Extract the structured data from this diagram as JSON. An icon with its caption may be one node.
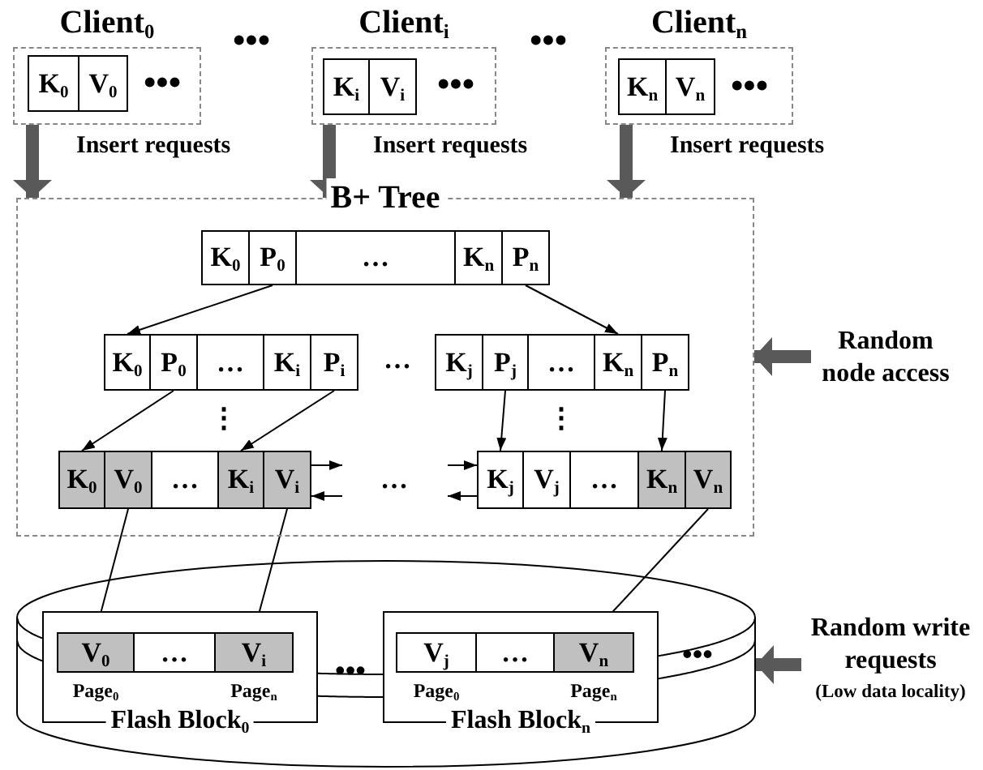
{
  "diagram": {
    "nodes": [
      {
        "text": [
          "Client$_{0}$"
        ]
      },
      {
        "text": [
          "K$_{0}$"
        ],
        "in": 0
      },
      {
        "text": [
          "V$_{0}$"
        ],
        "in": 0
      },
      {
        "text": [
          "Client$_{i}$"
        ]
      },
      {
        "text": [
          "K$_{i}$"
        ],
        "in": 3
      },
      {
        "text": [
          "V$_{i}$"
        ],
        "in": 3
      },
      {
        "text": [
          "Client$_{n}$"
        ]
      },
      {
        "text": [
          "K$_{n}$"
        ],
        "in": 6
      },
      {
        "text": [
          "V$_{n}$"
        ],
        "in": 6
      },
      {
        "text": [
          "B+ Tree"
        ]
      },
      {
        "text": [
          "K$_{0}$"
        ],
        "in": 9
      },
      {
        "text": [
          "P$_{0}$"
        ],
        "in": 9
      },
      {
        "text": [
          "…"
        ],
        "in": 9
      },
      {
        "text": [
          "K$_{n}$"
        ],
        "in": 9
      },
      {
        "text": [
          "P$_{n}$"
        ],
        "in": 9
      },
      {
        "text": [
          "K$_{0}$"
        ],
        "in": 9
      },
      {
        "text": [
          "P$_{0}$"
        ],
        "in": 9
      },
      {
        "text": [
          "…"
        ],
        "in": 9
      },
      {
        "text": [
          "K$_{i}$"
        ],
        "in": 9
      },
      {
        "text": [
          "P$_{i}$"
        ],
        "in": 9
      },
      {
        "text": [
          "K$_{j}$"
        ],
        "in": 9
      },
      {
        "text": [
          "P$_{j}$"
        ],
        "in": 9
      },
      {
        "text": [
          "…"
        ],
        "in": 9
      },
      {
        "text": [
          "K$_{n}$"
        ],
        "in": 9
      },
      {
        "text": [
          "P$_{n}$"
        ],
        "in": 9
      },
      {
        "text": [
          "K$_{0}$"
        ],
        "in": 9
      },
      {
        "text": [
          "V$_{0}$"
        ],
        "in": 9
      },
      {
        "text": [
          "…"
        ],
        "in": 9
      },
      {
        "text": [
          "K$_{i}$"
        ],
        "in": 9
      },
      {
        "text": [
          "V$_{i}$"
        ],
        "in": 9
      },
      {
        "text": [
          "K$_{j}$"
        ],
        "in": 9
      },
      {
        "text": [
          "V$_{j}$"
        ],
        "in": 9
      },
      {
        "text": [
          "…"
        ],
        "in": 9
      },
      {
        "text": [
          "K$_{n}$"
        ],
        "in": 9
      },
      {
        "text": [
          "V$_{n}$"
        ],
        "in": 9
      },
      {
        "text": [],
        "shape": "cylinder"
      },
      {
        "text": [
          "Flash Block$_{0}$"
        ],
        "in": 35
      },
      {
        "text": [
          "V$_{0}$"
        ],
        "in": 36,
        "beside": [
          "Page$_{0}$"
        ]
      },
      {
        "text": [
          "…"
        ],
        "in": 36
      },
      {
        "text": [
          "V$_{i}$"
        ],
        "in": 36,
        "beside": [
          "Page$_{n}$"
        ]
      },
      {
        "text": [
          "Flash Block$_{n}$"
        ],
        "in": 35
      },
      {
        "text": [
          "V$_{j}$"
        ],
        "in": 40,
        "beside": [
          "Page$_{0}$"
        ]
      },
      {
        "text": [
          "…"
        ],
        "in": 40
      },
      {
        "text": [
          "V$_{n}$"
        ],
        "in": 40,
        "beside": [
          "Page$_{n}$"
        ]
      },
      {
        "text": [
          "Random node access"
        ]
      },
      {
        "text": [
          "Random write requests",
          "(Low data locality)"
        ]
      }
    ],
    "edges": [
      {
        "from": 0,
        "to": 9,
        "arrow": "to",
        "label": "Insert requests",
        "style": "thick",
        "color": "#595959"
      },
      {
        "from": 3,
        "to": 9,
        "arrow": "to",
        "label": "Insert requests",
        "style": "thick",
        "color": "#595959"
      },
      {
        "from": 6,
        "to": 9,
        "arrow": "to",
        "label": "Insert requests",
        "style": "thick",
        "color": "#595959"
      },
      {
        "from": 11,
        "to": 15,
        "arrow": "to"
      },
      {
        "from": 14,
        "to": 23,
        "arrow": "to"
      },
      {
        "from": 16,
        "to": 25,
        "arrow": "to"
      },
      {
        "from": 19,
        "to": 28,
        "arrow": "to"
      },
      {
        "from": 21,
        "to": 30,
        "arrow": "to"
      },
      {
        "from": 24,
        "to": 33,
        "arrow": "to"
      },
      {
        "from": 29,
        "to": null,
        "arrow": "to"
      },
      {
        "from": null,
        "to": 29,
        "arrow": "to"
      },
      {
        "from": null,
        "to": 30,
        "arrow": "to"
      },
      {
        "from": 30,
        "to": null,
        "arrow": "to"
      },
      {
        "from": 26,
        "to": 37,
        "arrow": "to"
      },
      {
        "from": 29,
        "to": 39,
        "arrow": "to"
      },
      {
        "from": 34,
        "to": 43,
        "arrow": "to"
      },
      {
        "from": 44,
        "to": 9,
        "arrow": "to",
        "style": "thick",
        "color": "#595959"
      },
      {
        "from": 45,
        "to": 35,
        "arrow": "to",
        "style": "thick",
        "color": "#595959"
      }
    ],
    "labels": [
      "•••",
      "•••",
      "•••",
      "•••",
      "•••",
      "…",
      "⋮",
      "⋮",
      "…",
      "•••",
      "•••"
    ]
  }
}
